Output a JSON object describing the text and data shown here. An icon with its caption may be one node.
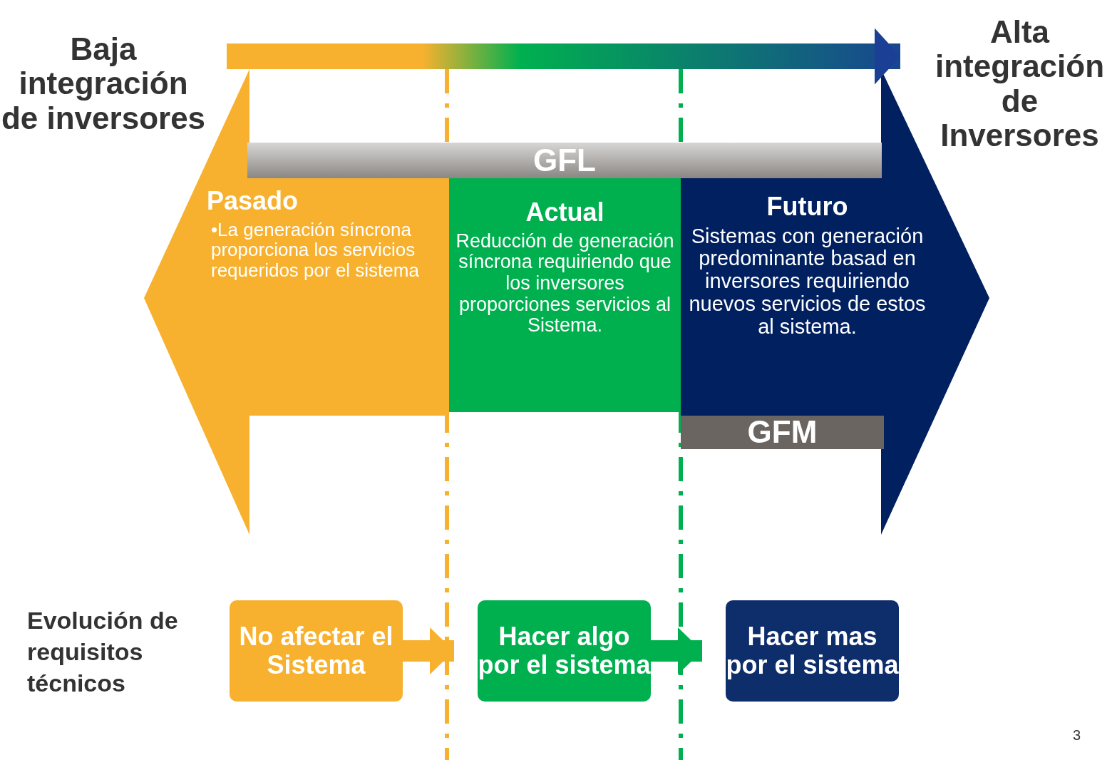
{
  "diagram": {
    "nodes": [
      {
        "text": [
          "Baja integración de inversores"
        ]
      },
      {
        "text": [
          "Alta integración de Inversores"
        ]
      },
      {
        "text": [
          "GFL"
        ]
      },
      {
        "text": [
          "Pasado",
          "•La generación síncrona proporciona los servicios requeridos por el sistema"
        ]
      },
      {
        "text": [
          "Actual",
          "Reducción de generación síncrona requiriendo que los inversores proporciones servicios al Sistema."
        ]
      },
      {
        "text": [
          "Futuro",
          "Sistemas con generación predominante basad en inversores requiriendo nuevos servicios de estos al sistema."
        ]
      },
      {
        "text": [
          "GFM"
        ]
      },
      {
        "text": [
          "No afectar el Sistema"
        ]
      },
      {
        "text": [
          "Hacer algo por el sistema"
        ]
      },
      {
        "text": [
          "Hacer mas por el sistema"
        ]
      }
    ],
    "edges": [
      {
        "from": 0,
        "to": 1,
        "arrow": "to",
        "color": "#1a3f94"
      },
      {
        "from": 7,
        "to": 8,
        "arrow": "to",
        "color": "#f7b12f"
      },
      {
        "from": 8,
        "to": 9,
        "arrow": "to",
        "color": "#00b04f"
      }
    ],
    "labels": [
      "Evolución de requisitos técnicos",
      "3"
    ]
  }
}
